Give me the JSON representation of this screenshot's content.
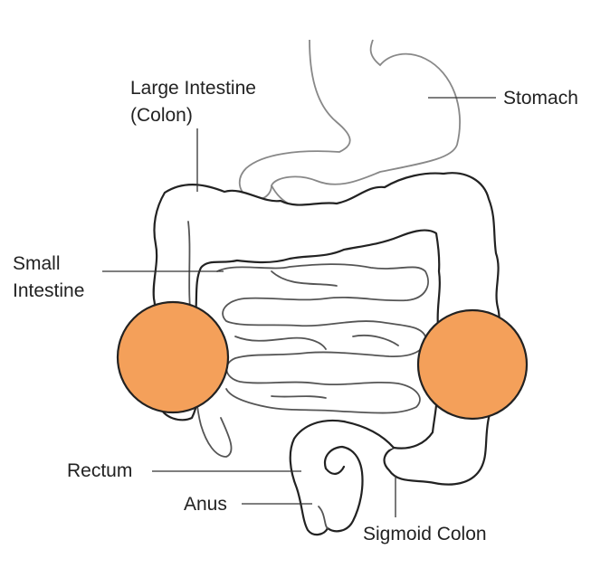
{
  "labels": {
    "large_intestine_line1": "Large Intestine",
    "large_intestine_line2": "(Colon)",
    "stomach": "Stomach",
    "small_intestine_line1": "Small",
    "small_intestine_line2": "Intestine",
    "rectum": "Rectum",
    "anus": "Anus",
    "sigmoid_colon": "Sigmoid Colon"
  },
  "colors": {
    "marker_fill": "#F4A05A",
    "outline": "#222222",
    "background": "#ffffff"
  }
}
